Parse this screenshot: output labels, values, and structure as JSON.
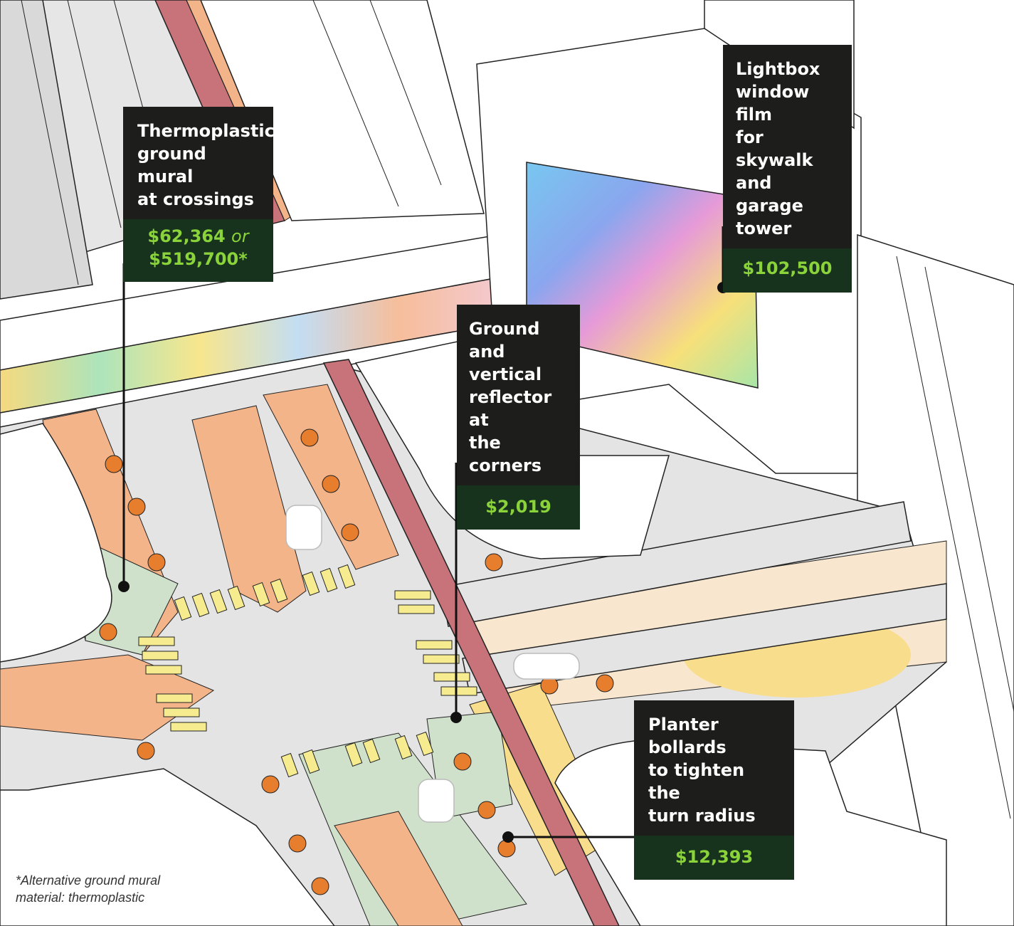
{
  "callouts": {
    "mural": {
      "label": "Thermoplastic\nground mural\nat crossings",
      "cost_main": "$62,364",
      "cost_or": "or",
      "cost_alt": "$519,700*"
    },
    "lightbox": {
      "label": "Lightbox\nwindow film\nfor skywalk\nand garage\ntower",
      "cost": "$102,500"
    },
    "reflector": {
      "label": "Ground and\nvertical\nreflector at\nthe corners",
      "cost": "$2,019"
    },
    "planter": {
      "label": "Planter bollards\nto tighten the\nturn radius",
      "cost": "$12,393"
    }
  },
  "footnote": "*Alternative ground mural\nmaterial: thermoplastic",
  "colors": {
    "callout_bg": "#1d1d1b",
    "cost_bg": "#17331d",
    "cost_text": "#8ad33a",
    "bike_lane": "#c8727a",
    "mural_orange": "#f4b48a",
    "mural_green": "#cfe0cb",
    "mural_yellow": "#f8dd8c",
    "crosswalk": "#f6ec8f"
  }
}
